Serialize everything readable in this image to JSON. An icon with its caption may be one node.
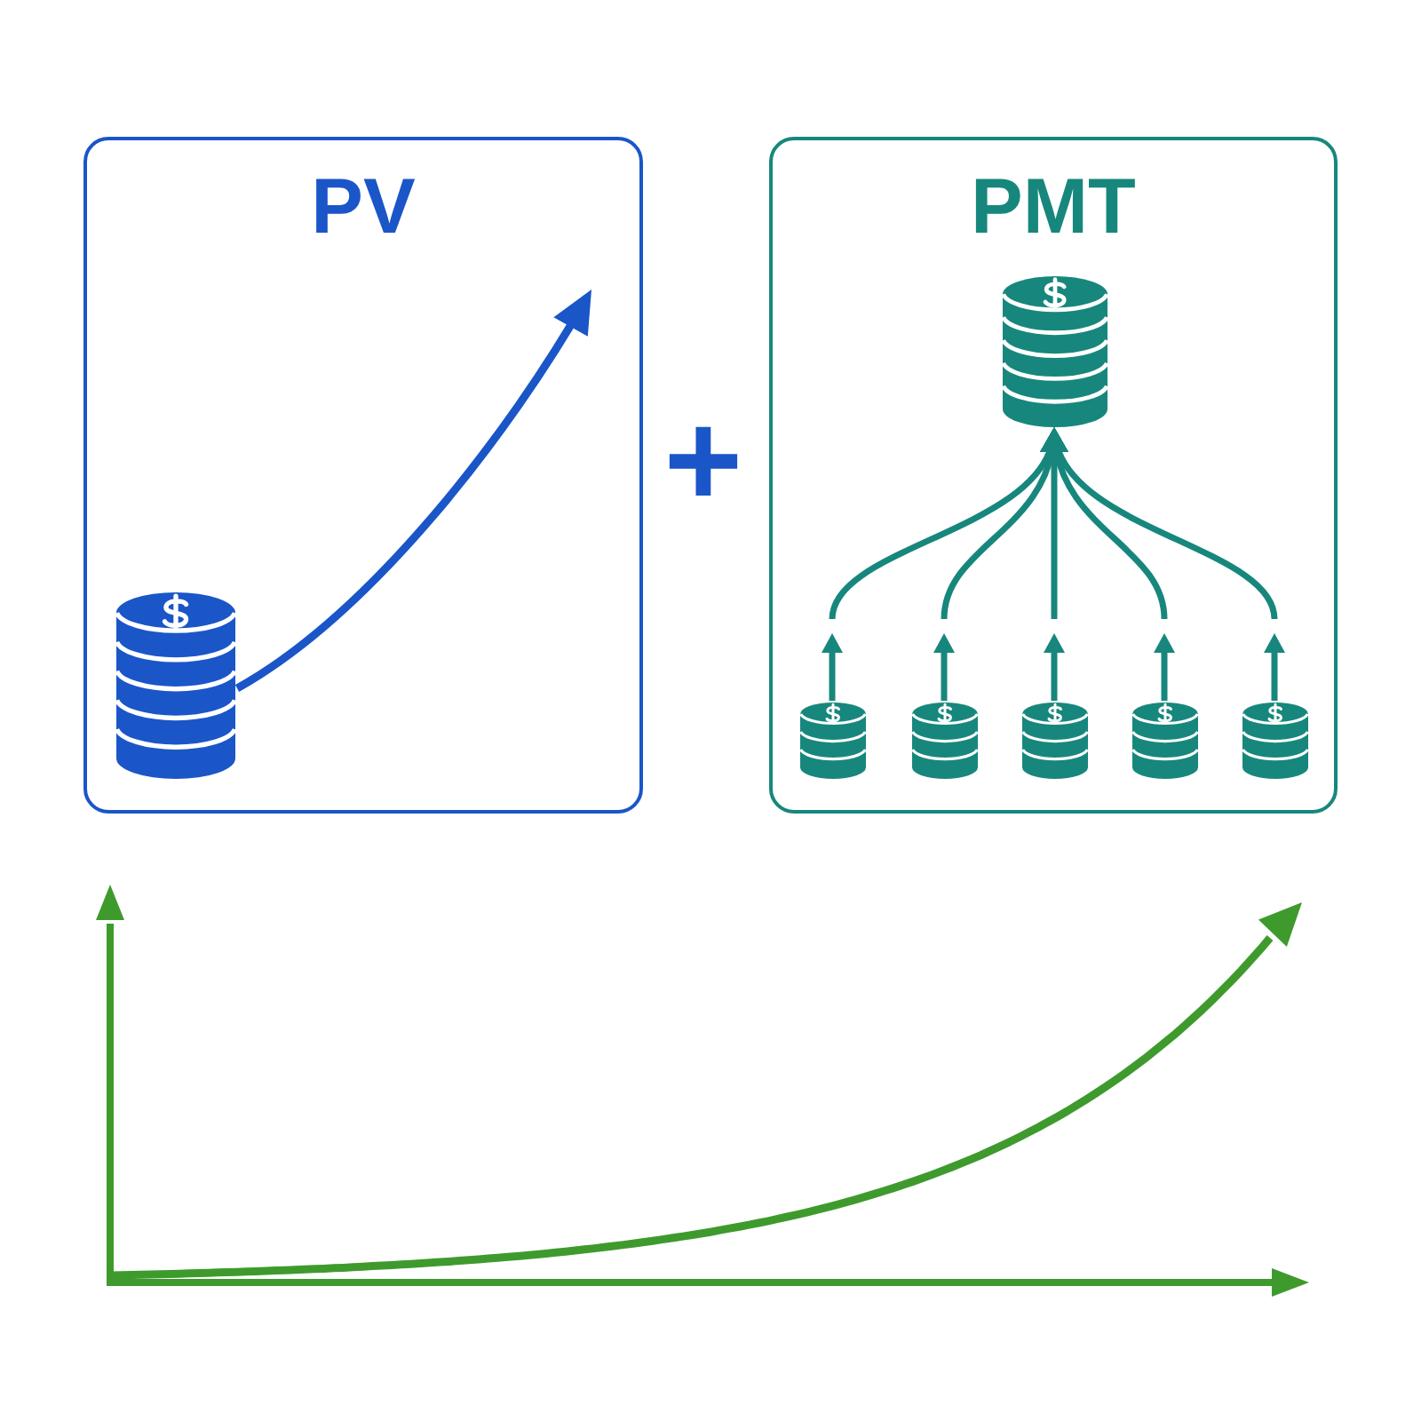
{
  "diagram": {
    "nodes": [
      {
        "text": [
          "PV"
        ]
      },
      {
        "text": [],
        "shape": "picture",
        "in": 0
      },
      {
        "text": [
          "PMT"
        ]
      },
      {
        "text": [],
        "shape": "picture",
        "in": 2
      },
      {
        "text": [],
        "shape": "picture",
        "in": 2
      },
      {
        "text": [],
        "shape": "picture",
        "in": 2
      },
      {
        "text": [],
        "shape": "picture",
        "in": 2
      },
      {
        "text": [],
        "shape": "picture",
        "in": 2
      },
      {
        "text": [],
        "shape": "picture",
        "in": 2
      }
    ],
    "edges": [
      {
        "from": 1,
        "to": null,
        "arrow": "to",
        "color": "#1a56c8"
      },
      {
        "from": 4,
        "to": 3,
        "arrow": "to"
      },
      {
        "from": 5,
        "to": 3,
        "arrow": "to"
      },
      {
        "from": 6,
        "to": 3,
        "arrow": "to"
      },
      {
        "from": 7,
        "to": 3,
        "arrow": "to"
      },
      {
        "from": 8,
        "to": 3,
        "arrow": "to"
      }
    ],
    "labels": [
      "+"
    ]
  }
}
